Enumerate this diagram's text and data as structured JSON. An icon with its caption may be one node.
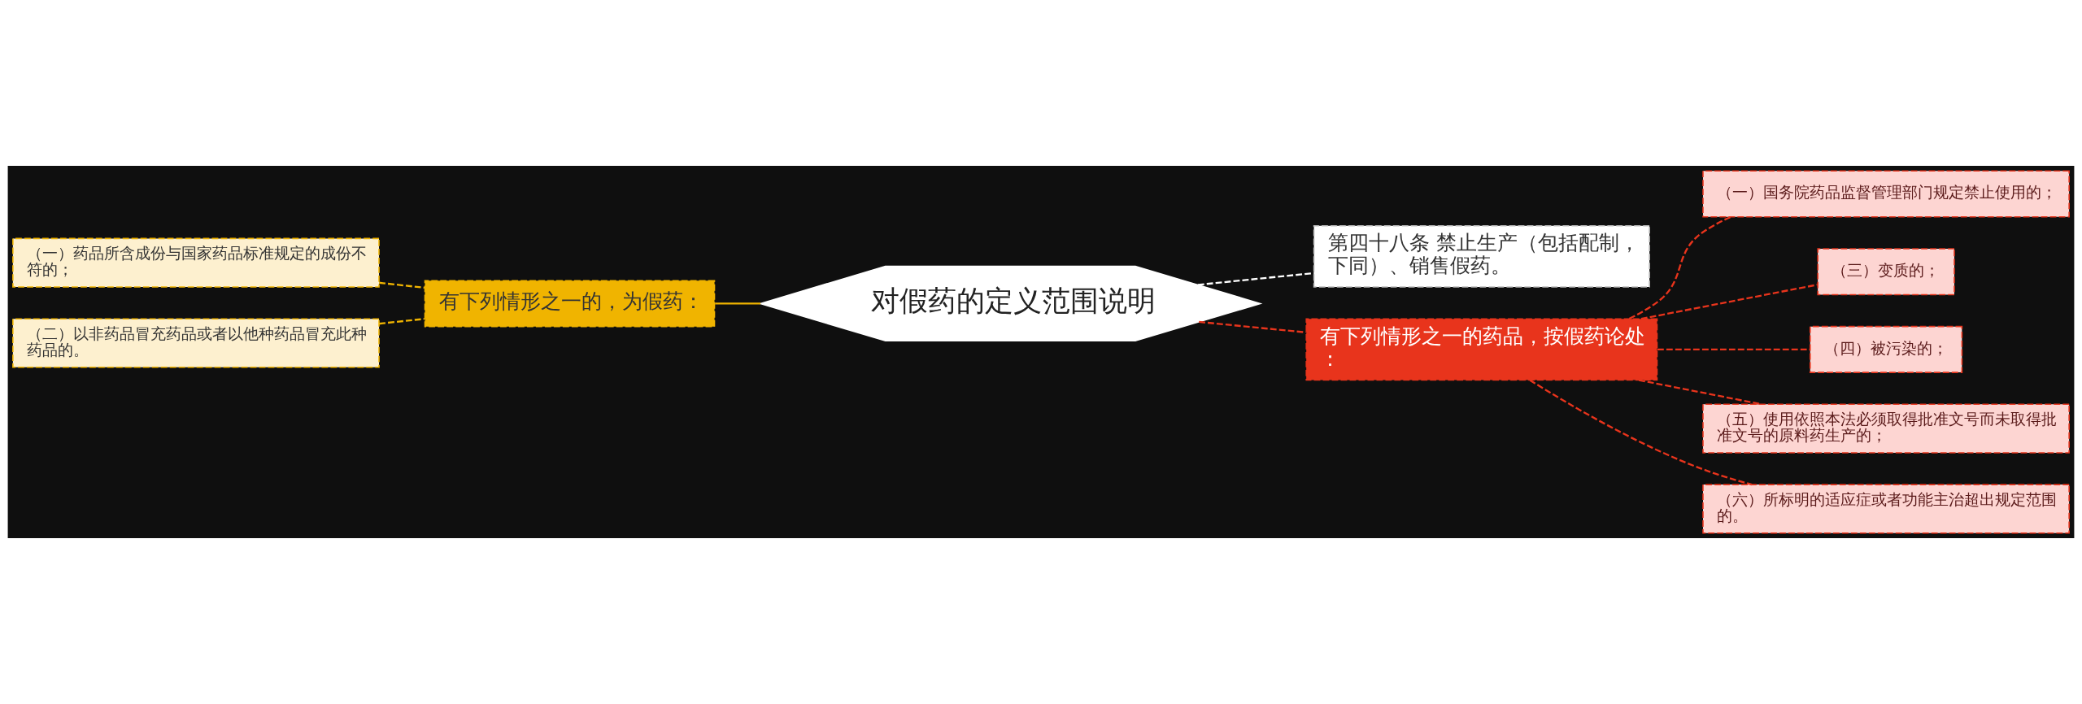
{
  "diagram": {
    "nodes": [
      {
        "text": [
          "对假药的定义范围说明"
        ]
      },
      {
        "text": [
          "有下列情形之一的，为假药："
        ]
      },
      {
        "text": [
          "（一）药品所含成份与国家药品标准规定的成份不符的；"
        ]
      },
      {
        "text": [
          "（二）以非药品冒充药品或者以他种药品冒充此种药品的。"
        ]
      },
      {
        "text": [
          "第四十八条 禁止生产（包括配制，下同）、销售假药。"
        ]
      },
      {
        "text": [
          "有下列情形之一的药品，按假药论处："
        ]
      },
      {
        "text": [
          "（一）国务院药品监督管理部门规定禁止使用的；"
        ]
      },
      {
        "text": [
          "（三）变质的；"
        ]
      },
      {
        "text": [
          "（四）被污染的；"
        ]
      },
      {
        "text": [
          "（五）使用依照本法必须取得批准文号而未取得批准文号的原料药生产的；"
        ]
      },
      {
        "text": [
          "（六）所标明的适应症或者功能主治超出规定范围的。"
        ]
      }
    ],
    "edges": [
      {
        "from": 0,
        "to": 1,
        "arrow": "none",
        "color": "#f0b400"
      },
      {
        "from": 1,
        "to": 2,
        "arrow": "none",
        "style": "dashed",
        "color": "#f0b400"
      },
      {
        "from": 1,
        "to": 3,
        "arrow": "none",
        "style": "dashed",
        "color": "#f0b400"
      },
      {
        "from": 0,
        "to": 4,
        "arrow": "none",
        "style": "dashed",
        "color": "#ffffff"
      },
      {
        "from": 0,
        "to": 5,
        "arrow": "none",
        "style": "dashed"
      },
      {
        "from": 5,
        "to": 6,
        "arrow": "none",
        "style": "dashed"
      },
      {
        "from": 5,
        "to": 7,
        "arrow": "none",
        "style": "dashed"
      },
      {
        "from": 5,
        "to": 8,
        "arrow": "none",
        "style": "dashed"
      },
      {
        "from": 5,
        "to": 9,
        "arrow": "none",
        "style": "dashed"
      },
      {
        "from": 5,
        "to": 10,
        "arrow": "none",
        "style": "dashed"
      }
    ]
  }
}
